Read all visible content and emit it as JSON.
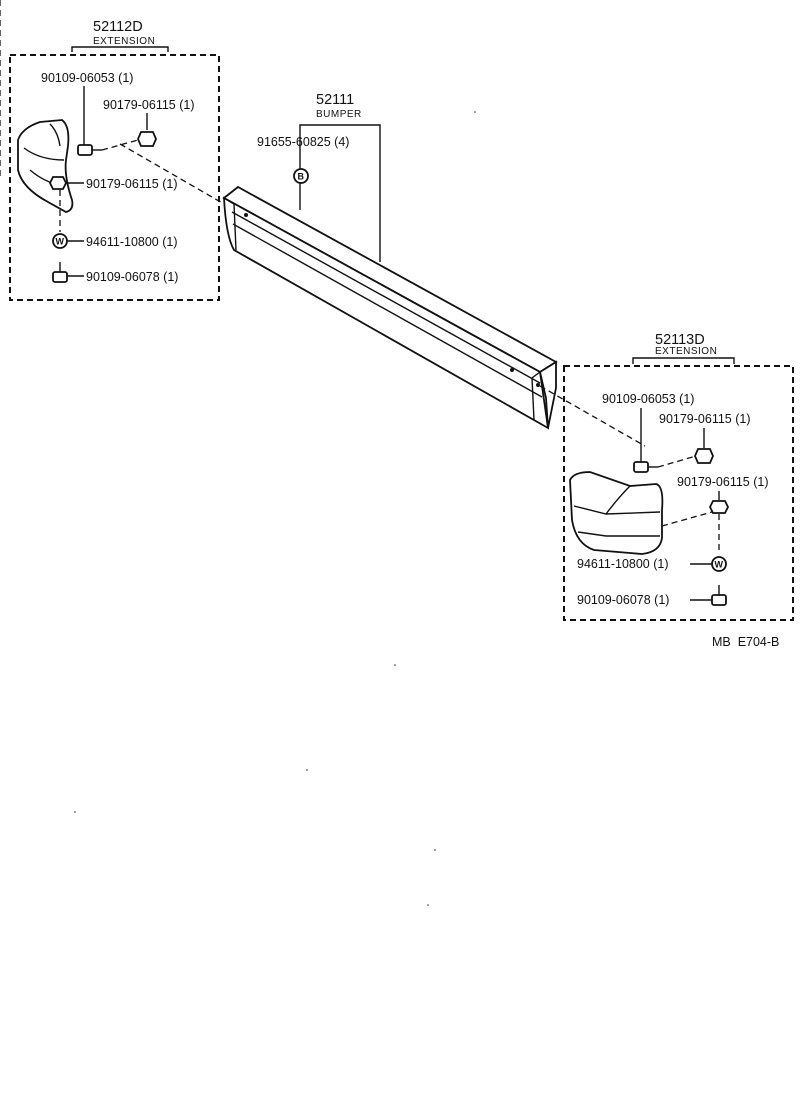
{
  "left_extension": {
    "part_no": "52112D",
    "name": "EXTENSION",
    "callouts": [
      "90109-06053 (1)",
      "90179-06115 (1)",
      "90179-06115 (1)",
      "94611-10800 (1)",
      "90109-06078 (1)"
    ]
  },
  "bumper": {
    "part_no": "52111",
    "name": "BUMPER",
    "callout": "91655-60825 (4)",
    "symbol": "B"
  },
  "right_extension": {
    "part_no": "52113D",
    "name": "EXTENSION",
    "callouts": [
      "90109-06053 (1)",
      "90179-06115 (1)",
      "90179-06115 (1)",
      "94611-10800 (1)",
      "90109-06078 (1)"
    ]
  },
  "washer_symbol": "W",
  "diagram_code": "MB  E704-B"
}
